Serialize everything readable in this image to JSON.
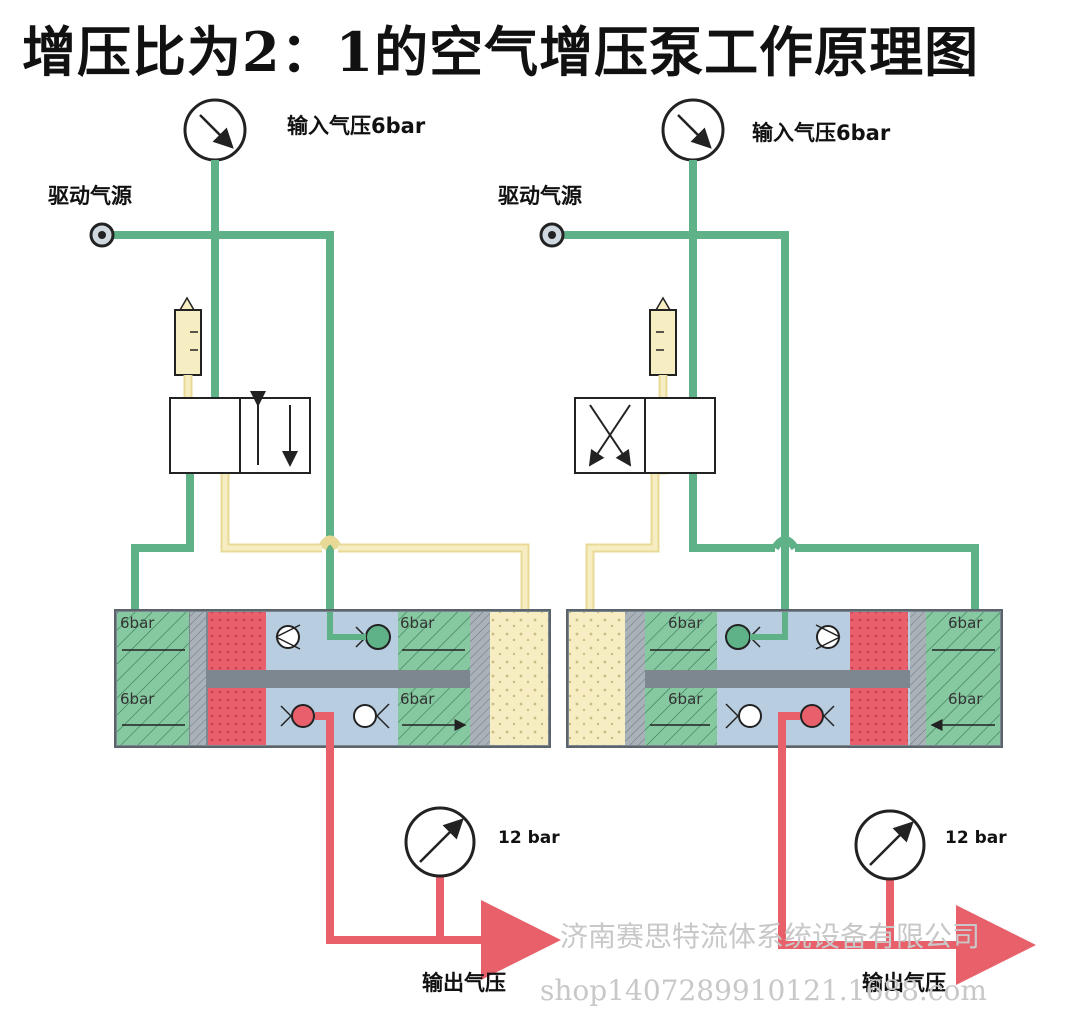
{
  "title": "增压比为2：1的空气增压泵工作原理图",
  "labels": {
    "input_pressure": "输入气压6bar",
    "drive_source": "驱动气源",
    "output_pressure": "输出气压",
    "output_gauge": "12 bar",
    "chamber_pressure": "6bar"
  },
  "watermark": {
    "company": "济南赛思特流体系统设备有限公司",
    "shop": "shop1407289910121.1688.com"
  },
  "colors": {
    "green_line": "#5fb287",
    "green_fill": "#86c9a1",
    "yellow_line": "#f2e3a8",
    "yellow_fill": "#f7edc2",
    "red_line": "#e8606a",
    "red_fill": "#e95f6b",
    "blue_fill": "#b8cde0",
    "gray": "#9aa3ab"
  }
}
